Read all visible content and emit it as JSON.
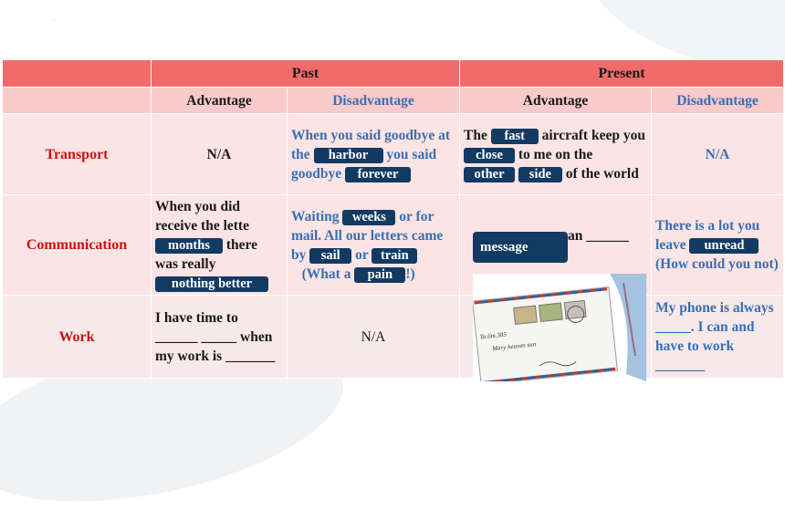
{
  "header": {
    "past": "Past",
    "present": "Present"
  },
  "subheader": {
    "advantage": "Advantage",
    "disadvantage": "Disadvantage"
  },
  "rows": {
    "transport": {
      "label": "Transport",
      "past_adv": "N/A",
      "past_dis": {
        "t1": "When you said goodbye at the",
        "a1": "harbor",
        "t2": "you said goodbye",
        "a2": "forever"
      },
      "present_adv": {
        "t1": "The",
        "a1": "fast",
        "t2": "aircraft keep you",
        "a2": "close",
        "t3": "to me on the",
        "a3": "other",
        "a4": "side",
        "t4": "of the world"
      },
      "present_dis": "N/A"
    },
    "communication": {
      "label": "Communication",
      "past_adv": {
        "t1": "When you did receive the lette",
        "t1b": "?",
        "a1": "months",
        "t2": "there was really",
        "a2": "nothing better"
      },
      "past_dis": {
        "t1": "Waiting",
        "a1": "weeks",
        "t2": "or",
        "t3": "for mail. All our letters came by",
        "a2": "sail",
        "t4": "or",
        "a3": "train",
        "t5": "(What a",
        "a4": "pain",
        "t6": "!)"
      },
      "present_adv": {
        "a1": "message",
        "t1": "an ______"
      },
      "present_dis": {
        "t1": "There is a lot you leave",
        "a1": "unread",
        "t2": "(How could you not)"
      }
    },
    "work": {
      "label": "Work",
      "past_adv": "I have time to ______ _____ when my work is _______",
      "past_dis": "N/A",
      "present_dis": "My phone is always _____. I can and have to work _______"
    }
  },
  "envelope": {
    "stamp_text": "Ta.6m.385",
    "handwriting": "Mary heaven sun"
  }
}
